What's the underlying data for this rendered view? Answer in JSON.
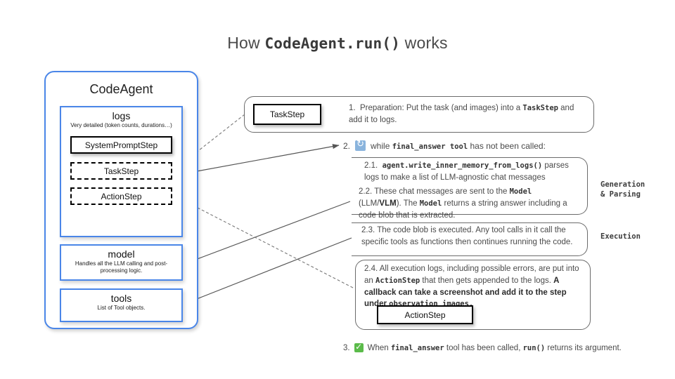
{
  "title": {
    "prefix": "How ",
    "code": "CodeAgent.run()",
    "suffix": " works"
  },
  "agent_panel": {
    "title": "CodeAgent",
    "logs": {
      "title": "logs",
      "subtitle": "Very detailed (token counts, durations…)",
      "steps": [
        {
          "label": "SystemPromptStep",
          "style": "solid"
        },
        {
          "label": "TaskStep",
          "style": "dashed"
        },
        {
          "label": "ActionStep",
          "style": "dashed"
        }
      ]
    },
    "model": {
      "title": "model",
      "subtitle": "Handles all the LLM calling and post-processing logic."
    },
    "tools": {
      "title": "tools",
      "subtitle": "List of Tool objects."
    }
  },
  "steps": {
    "step1": {
      "box_label": "TaskStep",
      "number": "1.",
      "text_a": "Preparation: Put the task (and images) into a ",
      "code_a": "TaskStep",
      "text_b": " and add it to logs."
    },
    "step2": {
      "number": "2.",
      "icon": "loop-arrows-icon",
      "text_a": "while ",
      "code_a": "final_answer tool",
      "text_b": " has not been called:"
    },
    "step21": {
      "number": "2.1.",
      "code_a": "agent.write_inner_memory_from_logs()",
      "text_a": " parses logs to make a list of LLM-agnostic chat messages"
    },
    "step22": {
      "number": "2.2.",
      "text_a": "These chat messages are sent to the ",
      "code_a": "Model",
      "text_b": " (LLM/",
      "bold_b": "VLM",
      "text_c": "). The ",
      "code_b": "Model",
      "text_d": " returns a string answer including a code blob that is extracted."
    },
    "step23": {
      "number": "2.3.",
      "text_a": "The code blob is executed. Any tool calls in it call the specific tools as functions then continues running the code."
    },
    "step24": {
      "number": "2.4.",
      "text_a": "All execution logs, including possible errors, are put into an ",
      "code_a": "ActionStep",
      "text_b": " that then gets appended to the logs. ",
      "bold_b": "A callback can  take a screenshot and add it to the step under ",
      "code_b": "observation_images.",
      "box_label": "ActionStep"
    },
    "step3": {
      "number": "3.",
      "icon": "green-check-icon",
      "text_a": "When ",
      "code_a": "final_answer",
      "text_b": " tool has been called, ",
      "code_b": "run()",
      "text_c": " returns its argument."
    }
  },
  "side_labels": {
    "generation": "Generation\n& Parsing",
    "generation_line1": "Generation",
    "generation_line2": "& Parsing",
    "execution": "Execution"
  },
  "colors": {
    "brand_blue": "#4a86e8",
    "text_gray": "#4a4a4a",
    "loop_icon_blue": "#8ab4dd",
    "check_green": "#5bbb4a",
    "outline_gray": "#6b6b6b"
  }
}
